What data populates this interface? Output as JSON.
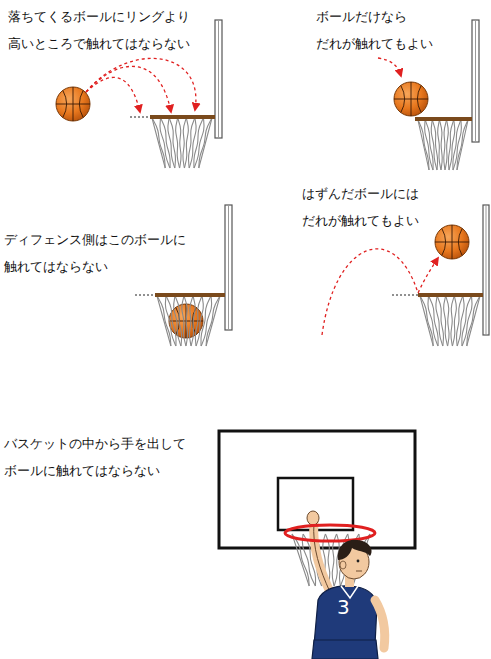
{
  "diagram": {
    "labels": [
      "落ちてくるボールにリングより 高いところで触れてはならない",
      "ボールだけなら だれが触れてもよい",
      "ディフェンス側はこのボールに 触れてはならない",
      "はずんだボールには だれが触れてもよい",
      "バスケットの中から手を出して ボールに触れてはならない",
      "3"
    ]
  }
}
